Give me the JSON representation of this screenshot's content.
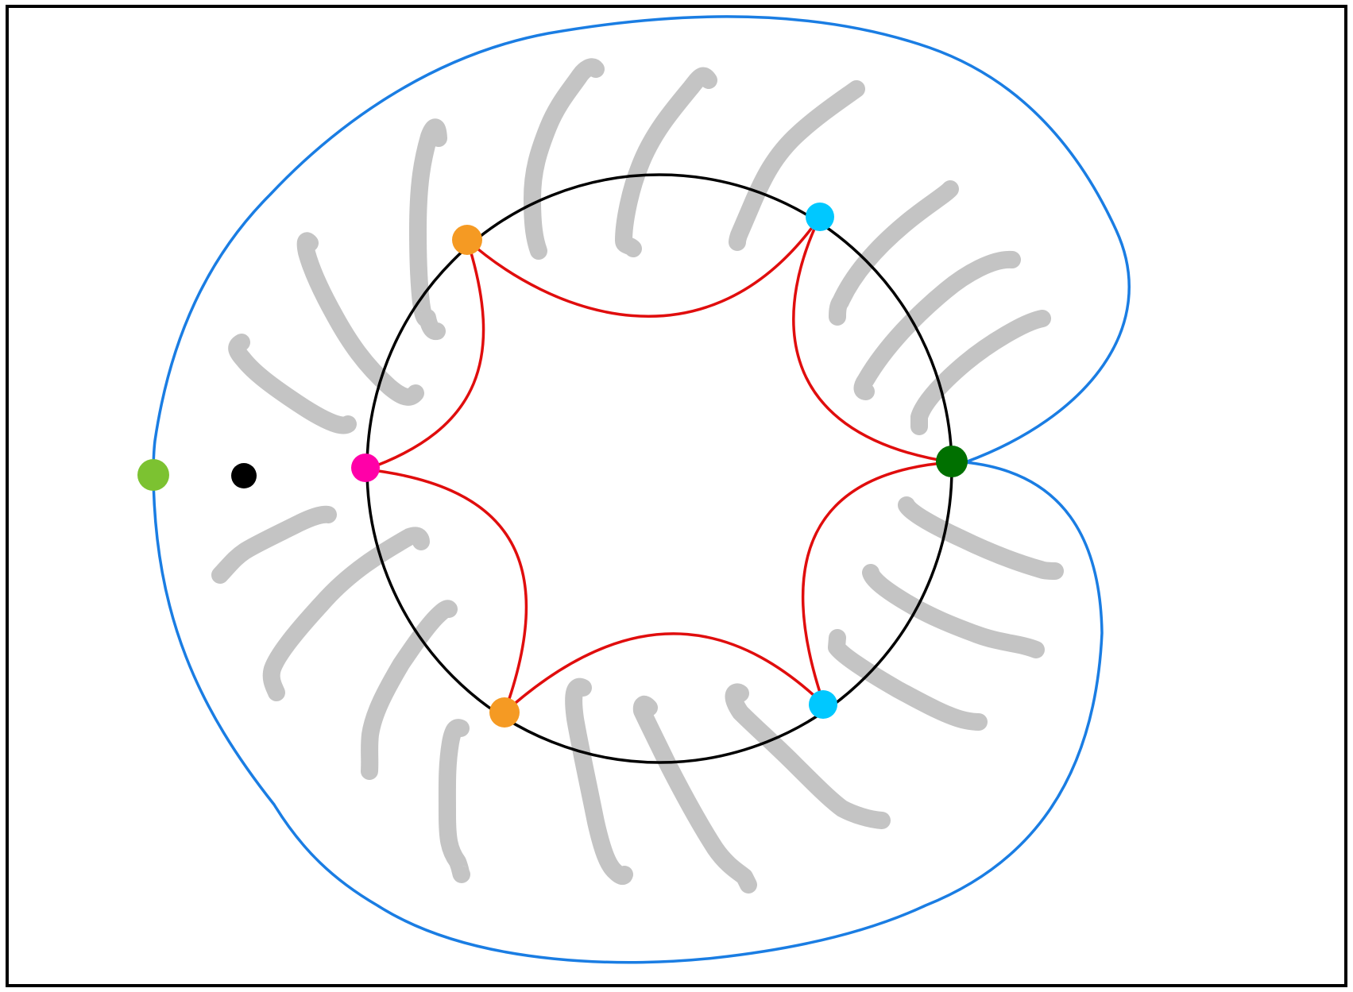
{
  "diagram": {
    "colors": {
      "frame": "#000000",
      "outer_curve": "#1a7de3",
      "inner_circle": "#000000",
      "inner_curves": "#e00d0d",
      "hairs": "#c4c4c4"
    },
    "points": [
      {
        "name": "left-boundary-point",
        "color": "#7cc231"
      },
      {
        "name": "black-point",
        "color": "#000000"
      },
      {
        "name": "magenta-point",
        "color": "#ff00a8"
      },
      {
        "name": "orange-point-top",
        "color": "#f59a23"
      },
      {
        "name": "orange-point-bottom",
        "color": "#f59a23"
      },
      {
        "name": "cyan-point-top",
        "color": "#00c8ff"
      },
      {
        "name": "cyan-point-bottom",
        "color": "#00c8ff"
      },
      {
        "name": "dark-green-point",
        "color": "#007000"
      }
    ]
  }
}
